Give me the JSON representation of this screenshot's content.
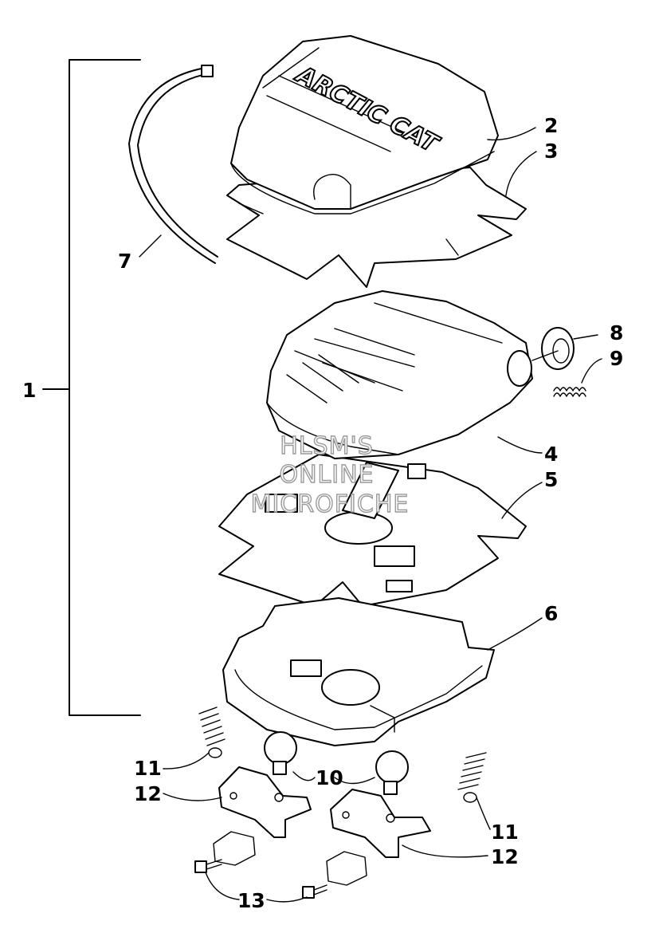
{
  "diagram": {
    "callouts": {
      "c1": "1",
      "c2": "2",
      "c3": "3",
      "c4": "4",
      "c5": "5",
      "c6": "6",
      "c7": "7",
      "c8": "8",
      "c9": "9",
      "c10": "10",
      "c11a": "11",
      "c11b": "11",
      "c12a": "12",
      "c12b": "12",
      "c13": "13"
    },
    "lid_brand": "ARCTIC CAT",
    "watermark": {
      "line1": "HLSM'S",
      "line2": "ONLINE",
      "line3": "MICROFICHE"
    }
  }
}
